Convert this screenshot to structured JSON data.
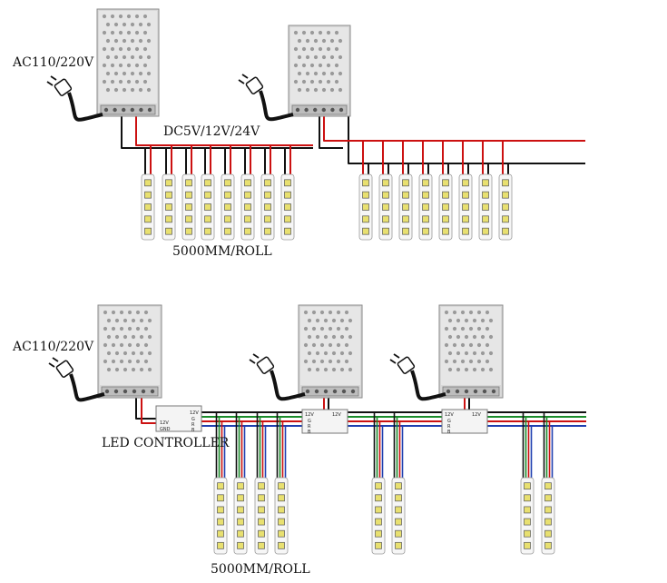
{
  "labels": {
    "ac_top": "AC110/220V",
    "dc_top": "DC5V/12V/24V",
    "roll_top": "5000MM/ROLL",
    "ac_bottom": "AC110/220V",
    "led_controller": "LED CONTROLLER",
    "roll_bottom": "5000MM/ROLL"
  },
  "controller_text": {
    "volt_left": "12V",
    "gnd": "GND",
    "volt_right": "12V",
    "g": "G",
    "r": "R",
    "b": "B"
  },
  "colors": {
    "red_wire": "#cc1111",
    "green_wire": "#1a8c2a",
    "blue_wire": "#1f3fb0",
    "black_wire": "#111111",
    "supply_body": "#d8d8d8",
    "led_chip": "#e8e070"
  },
  "sections": [
    {
      "name": "single-color-strip-wiring",
      "power_supplies": 2,
      "strips": 16,
      "strips_per_run": [
        8,
        8
      ]
    },
    {
      "name": "rgb-strip-wiring-with-controller-and-amplifiers",
      "power_supplies": 3,
      "strips": 8,
      "strips_per_run": [
        4,
        2,
        2
      ]
    }
  ]
}
